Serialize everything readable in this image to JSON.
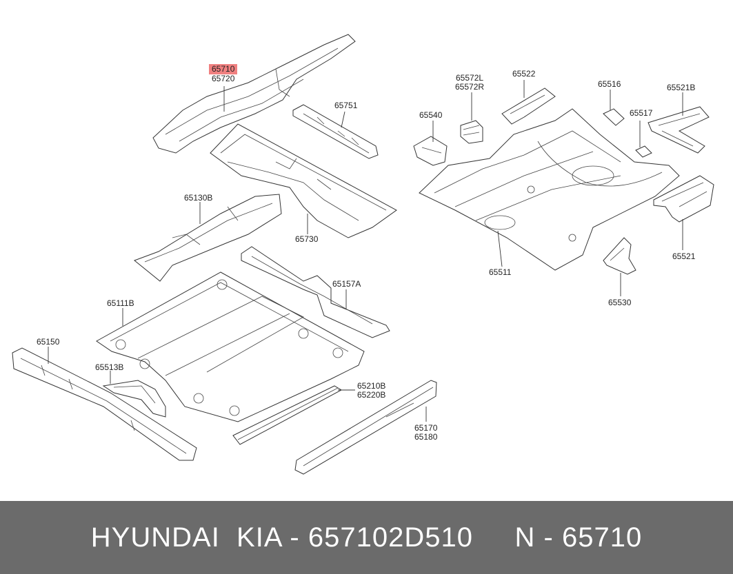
{
  "labels": [
    {
      "id": "65710",
      "lines": [
        "65710",
        "65720"
      ],
      "highlight": true
    },
    {
      "id": "65751",
      "lines": [
        "65751"
      ]
    },
    {
      "id": "65730",
      "lines": [
        "65730"
      ]
    },
    {
      "id": "65130B",
      "lines": [
        "65130B"
      ]
    },
    {
      "id": "65157A",
      "lines": [
        "65157A"
      ]
    },
    {
      "id": "65111B",
      "lines": [
        "65111B"
      ]
    },
    {
      "id": "65150",
      "lines": [
        "65150"
      ]
    },
    {
      "id": "65513B",
      "lines": [
        "65513B"
      ]
    },
    {
      "id": "65210B",
      "lines": [
        "65210B",
        "65220B"
      ]
    },
    {
      "id": "65170",
      "lines": [
        "65170",
        "65180"
      ]
    },
    {
      "id": "65572L",
      "lines": [
        "65572L",
        "65572R"
      ]
    },
    {
      "id": "65522",
      "lines": [
        "65522"
      ]
    },
    {
      "id": "65516",
      "lines": [
        "65516"
      ]
    },
    {
      "id": "65521B",
      "lines": [
        "65521B"
      ]
    },
    {
      "id": "65540",
      "lines": [
        "65540"
      ]
    },
    {
      "id": "65517",
      "lines": [
        "65517"
      ]
    },
    {
      "id": "65511",
      "lines": [
        "65511"
      ]
    },
    {
      "id": "65521",
      "lines": [
        "65521"
      ]
    },
    {
      "id": "65530",
      "lines": [
        "65530"
      ]
    }
  ],
  "footer": {
    "text": "HYUNDAI  KIA - 657102D510     N - 65710"
  },
  "colors": {
    "highlight": "#f08080",
    "footer_bg": "#6b6b6b",
    "footer_text": "#ffffff"
  }
}
